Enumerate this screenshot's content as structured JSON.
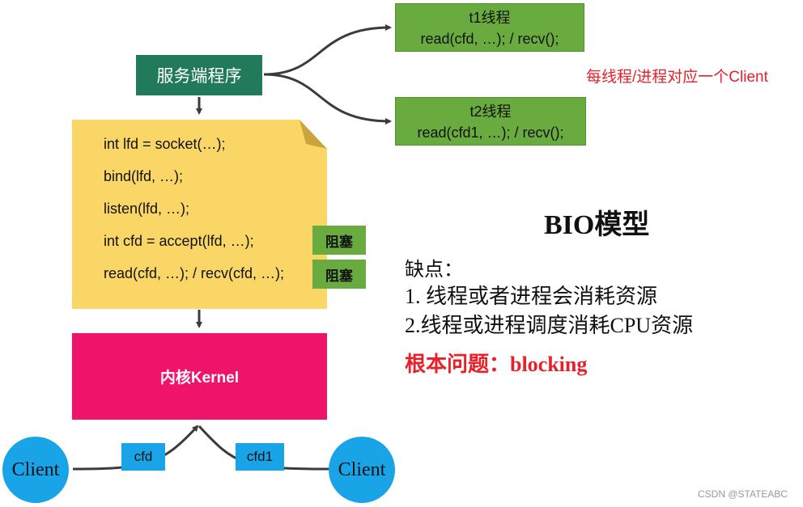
{
  "server": {
    "label": "服务端程序"
  },
  "threads": [
    {
      "name": "t1线程",
      "call": "read(cfd, …); / recv();"
    },
    {
      "name": "t2线程",
      "call": "read(cfd1, …); / recv();"
    }
  ],
  "note": "每线程/进程对应一个Client",
  "code": {
    "lines": [
      "int lfd = socket(…);",
      "bind(lfd, …);",
      "listen(lfd, …);",
      "int cfd = accept(lfd, …);",
      "read(cfd, …); / recv(cfd, …);"
    ],
    "block_label": "阻塞"
  },
  "kernel": {
    "label": "内核Kernel"
  },
  "clients": {
    "left": "Client",
    "right": "Client"
  },
  "connections": {
    "left": "cfd",
    "right": "cfd1"
  },
  "model": {
    "title": "BIO模型",
    "cons_heading": "缺点：",
    "cons": [
      "1. 线程或者进程会消耗资源",
      "2.线程或进程调度消耗CPU资源"
    ],
    "root_problem": "根本问题：blocking"
  },
  "watermark": "CSDN @STATEABC",
  "colors": {
    "server": "#217a5a",
    "thread": "#6aab3f",
    "note": "#e8202a",
    "code_bg": "#fad667",
    "kernel": "#f0136a",
    "client": "#1aa4e8",
    "cfd": "#1aa4e8",
    "problem": "#e8202a"
  }
}
